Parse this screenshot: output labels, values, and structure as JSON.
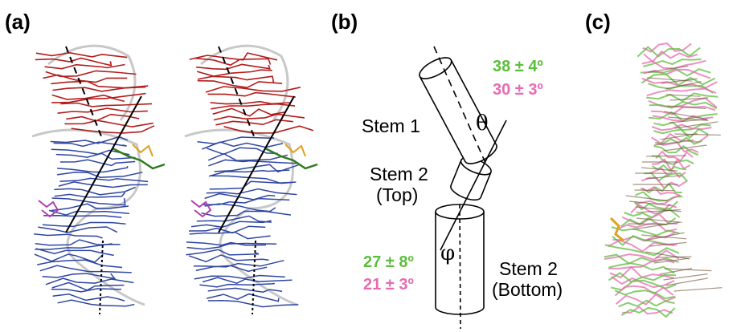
{
  "panels": {
    "a": {
      "label": "(a)"
    },
    "b": {
      "label": "(b)"
    },
    "c": {
      "label": "(c)"
    }
  },
  "diagram": {
    "stem1": "Stem 1",
    "stem2_top_line1": "Stem 2",
    "stem2_top_line2": "(Top)",
    "stem2_bottom_line1": "Stem 2",
    "stem2_bottom_line2": "(Bottom)",
    "theta_symbol": "θ",
    "phi_symbol": "φ",
    "theta_green": "38 ± 4º",
    "theta_pink": "30 ± 3º",
    "phi_green": "27 ± 8º",
    "phi_pink": "21 ± 3º"
  },
  "colors": {
    "stem1_red": "#b21c1c",
    "stem2_blue": "#2f46a0",
    "junction_green": "#2f7a1f",
    "junction_orange": "#e0a020",
    "bulge_magenta": "#b23fb2",
    "backbone_gray": "#c8c8c8",
    "overlay_green": "#5cbf3c",
    "overlay_pink": "#e76bb1"
  }
}
